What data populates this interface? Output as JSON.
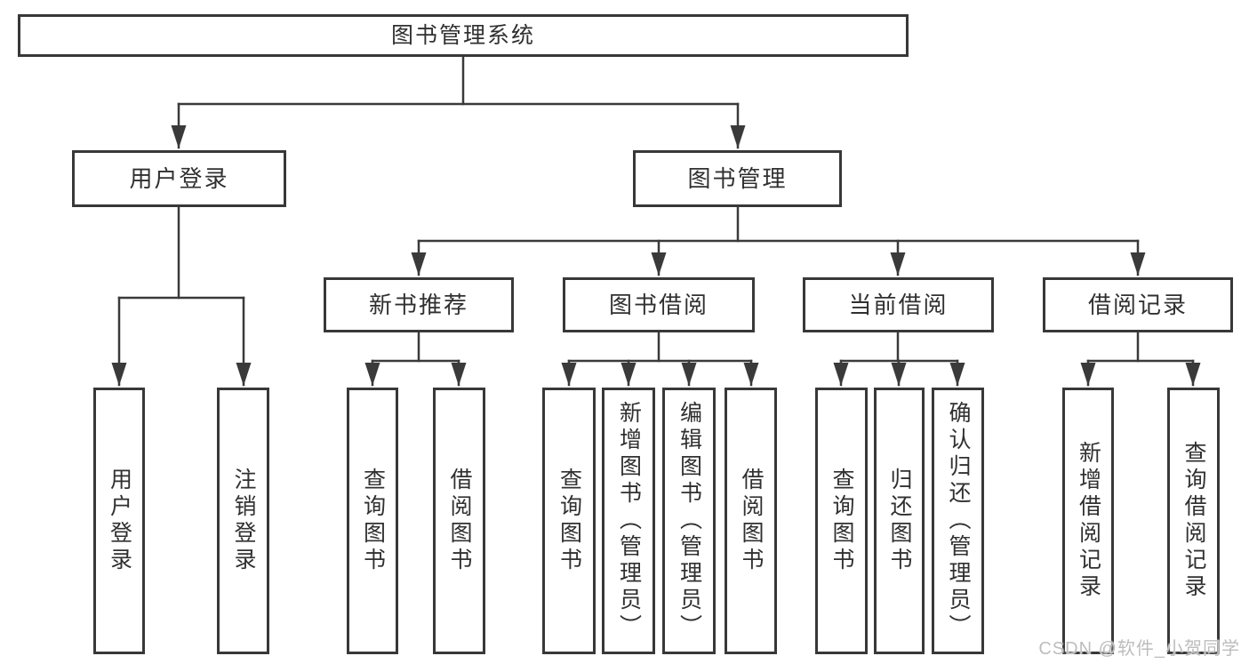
{
  "diagram_type": "tree",
  "tree": {
    "label": "图书管理系统",
    "children": [
      {
        "label": "用户登录",
        "children": [
          {
            "label": "用户登录"
          },
          {
            "label": "注销登录"
          }
        ]
      },
      {
        "label": "图书管理",
        "children": [
          {
            "label": "新书推荐",
            "children": [
              {
                "label": "查询图书"
              },
              {
                "label": "借阅图书"
              }
            ]
          },
          {
            "label": "图书借阅",
            "children": [
              {
                "label": "查询图书"
              },
              {
                "label": "新增图书（管理员）"
              },
              {
                "label": "编辑图书（管理员）"
              },
              {
                "label": "借阅图书"
              }
            ]
          },
          {
            "label": "当前借阅",
            "children": [
              {
                "label": "查询图书"
              },
              {
                "label": "归还图书"
              },
              {
                "label": "确认归还（管理员）"
              }
            ]
          },
          {
            "label": "借阅记录",
            "children": [
              {
                "label": "新增借阅记录"
              },
              {
                "label": "查询借阅记录"
              }
            ]
          }
        ]
      }
    ]
  },
  "watermark": {
    "text": "CSDN @软件_小贺同学"
  },
  "colors": {
    "box_border": "#383838",
    "connector_line": "#3a3a3a",
    "text": "#303030",
    "watermark_text": "#bdbdbd",
    "background": "#ffffff"
  }
}
